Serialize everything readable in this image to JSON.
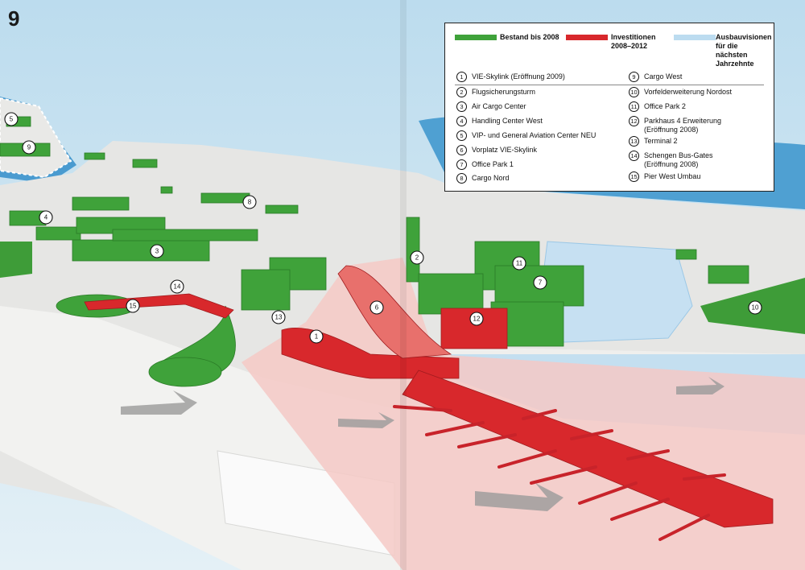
{
  "page_number": "9",
  "legend": {
    "categories": [
      {
        "key": "existing",
        "label": "Bestand bis 2008",
        "color": "#3fa23a"
      },
      {
        "key": "investment",
        "label": "Investitionen\n2008–2012",
        "color": "#d8282c"
      },
      {
        "key": "vision",
        "label": "Ausbauvisionen\nfür die nächsten Jahrzehnte",
        "color": "#bcdcf0"
      }
    ],
    "items": [
      {
        "num": "1",
        "label": "VIE-Skylink (Eröffnung 2009)"
      },
      {
        "num": "2",
        "label": "Flugsicherungsturm"
      },
      {
        "num": "3",
        "label": "Air Cargo Center"
      },
      {
        "num": "4",
        "label": "Handling Center West"
      },
      {
        "num": "5",
        "label": "VIP- und General Aviation Center NEU"
      },
      {
        "num": "6",
        "label": "Vorplatz VIE-Skylink"
      },
      {
        "num": "7",
        "label": "Office Park 1"
      },
      {
        "num": "8",
        "label": "Cargo Nord"
      },
      {
        "num": "9",
        "label": "Cargo West"
      },
      {
        "num": "10",
        "label": "Vorfelderweiterung Nordost"
      },
      {
        "num": "11",
        "label": "Office Park 2"
      },
      {
        "num": "12",
        "label": "Parkhaus 4 Erweiterung\n(Eröffnung 2008)"
      },
      {
        "num": "13",
        "label": "Terminal 2"
      },
      {
        "num": "14",
        "label": "Schengen Bus-Gates\n(Eröffnung 2008)"
      },
      {
        "num": "15",
        "label": "Pier West Umbau"
      }
    ]
  },
  "map_markers": [
    "1",
    "2",
    "3",
    "4",
    "5",
    "6",
    "7",
    "8",
    "9",
    "10",
    "11",
    "12",
    "13",
    "14",
    "15"
  ],
  "colors": {
    "sky": "#cfe6f2",
    "ground": "#e4e4e2",
    "taxiway": "#f4f4f2",
    "water": "#5ea8d4"
  }
}
